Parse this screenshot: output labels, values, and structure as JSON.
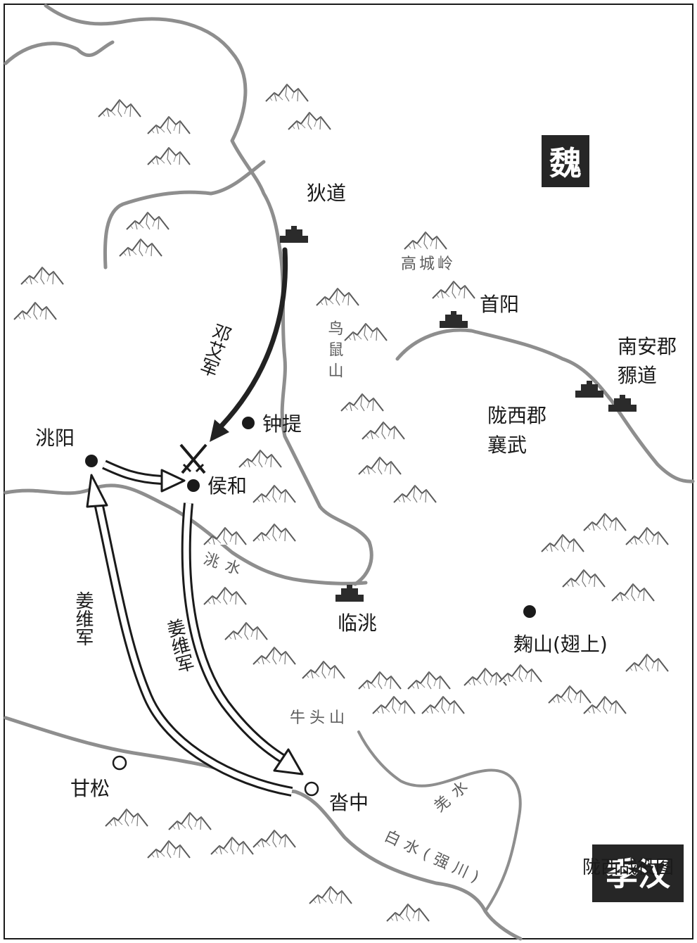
{
  "states": {
    "wei": "魏",
    "shu_han": "季汉"
  },
  "cities": {
    "didao": "狄道",
    "shouyang": "首阳",
    "nananjun": "南安郡",
    "huandao": "豲道",
    "longxijun": "陇西郡",
    "xiangwu": "襄武",
    "zhongti": "钟提",
    "taoyang": "洮阳",
    "houhe": "侯和",
    "lintao": "临洮",
    "juanshan": "麹山(翅上)",
    "gansong": "甘松",
    "tazhong": "沓中"
  },
  "features": {
    "gaocheng_ling": "高城岭",
    "wushu_shan": "鸟鼠山",
    "tao_shui": "洮水",
    "niutou_shan": "牛头山",
    "qiang_shui": "羌水",
    "bai_shui": "白水(强川)"
  },
  "armies": {
    "deng_ai": "邓艾军",
    "jiang_wei_1": "姜维军",
    "jiang_wei_2": "姜维军"
  },
  "source_caption": "陇西战役图",
  "colors": {
    "river": "#8e8e8e",
    "mountain": "#6e6e6e",
    "fortress": "#2b2b2b",
    "label_box": "#262626"
  }
}
